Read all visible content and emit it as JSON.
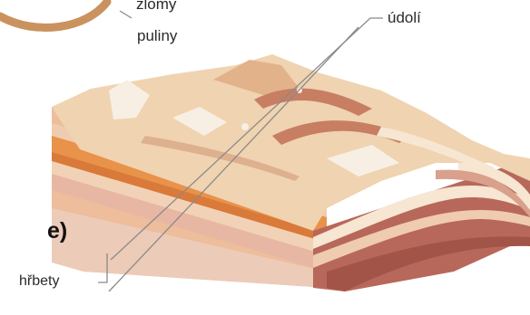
{
  "labels": {
    "zlomy": "zlomy",
    "puliny": "puliny",
    "udoli": "údolí",
    "hrbety": "hřbety",
    "panel_letter": "e)"
  },
  "colors": {
    "background": "#ffffff",
    "surface": "#f0d3b0",
    "rock_light": "#f6e6d2",
    "layer_orange": "#e8924a",
    "layer_brown": "#b8685a",
    "layer_pink": "#e7b7a4",
    "leader_line": "#8a8a8a"
  }
}
